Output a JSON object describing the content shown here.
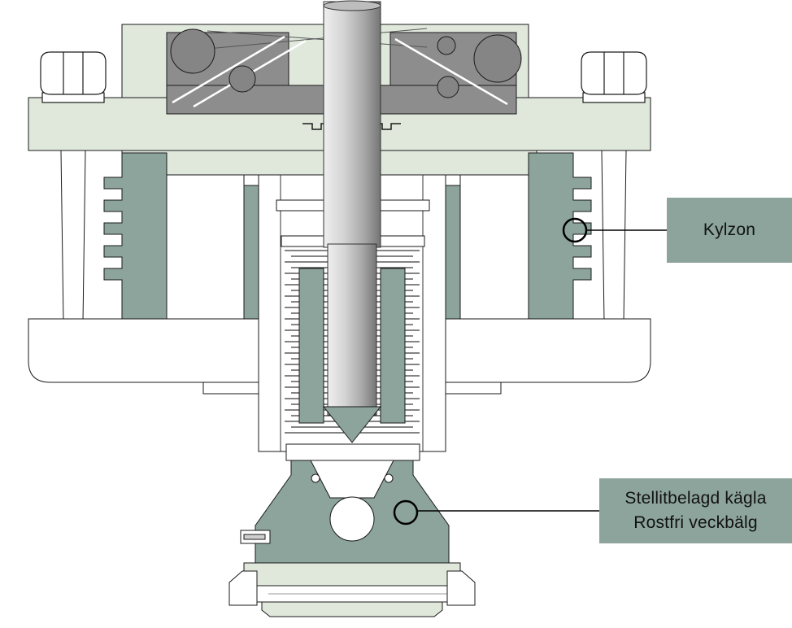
{
  "diagram": {
    "callouts": {
      "kylzon": {
        "label": "Kylzon"
      },
      "kagla": {
        "line1": "Stellitbelagd kägla",
        "line2": "Rostfri veckbälg"
      }
    },
    "colors": {
      "body_light_green": "#e0e8dc",
      "sage_green": "#8ca49b",
      "metal_grey": "#8d8d8d",
      "outline_black": "#1a1a1a",
      "label_background": "#8ca49b",
      "label_text": "#111111"
    }
  }
}
